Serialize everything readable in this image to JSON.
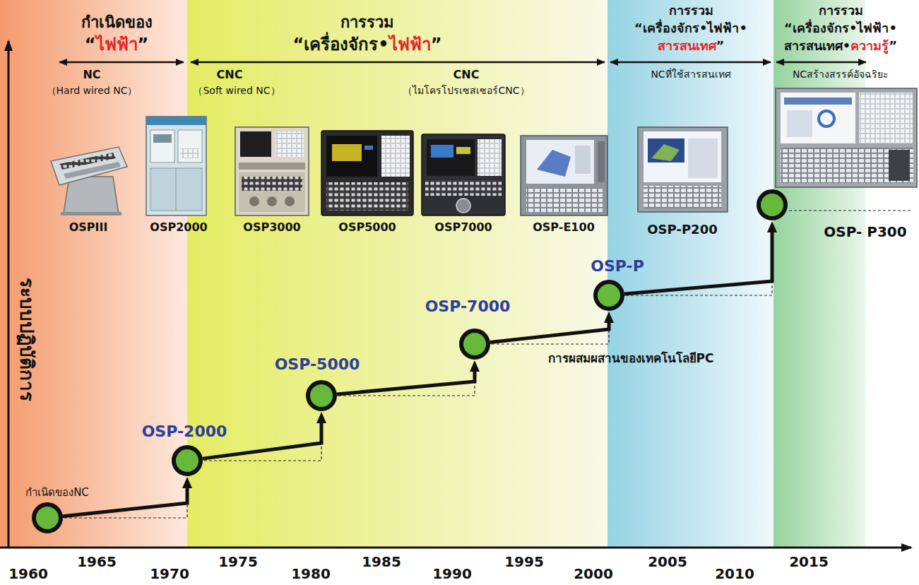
{
  "diagram": {
    "nodes": [
      {
        "text": [
          "กำเนิดของNC"
        ]
      },
      {
        "text": [
          "OSP-2000"
        ]
      },
      {
        "text": [
          "OSP-5000"
        ]
      },
      {
        "text": [
          "OSP-7000"
        ]
      },
      {
        "text": [
          "OSP-P"
        ]
      },
      {
        "text": [
          "OSP- P300"
        ]
      }
    ],
    "edges": [
      {
        "from": 0,
        "to": 1,
        "arrow": "to"
      },
      {
        "from": 1,
        "to": 2,
        "arrow": "to"
      },
      {
        "from": 2,
        "to": 3,
        "arrow": "to"
      },
      {
        "from": 3,
        "to": 4,
        "arrow": "to"
      },
      {
        "from": 4,
        "to": 5,
        "arrow": "to"
      }
    ],
    "labels": [
      "กำเนิดของ",
      "“",
      "ไฟฟ้า",
      "”",
      "การรวม",
      "“เครื่องจักร•",
      "ไฟฟ้า",
      "”",
      "การรวม",
      "“เครื่องจักร•ไฟฟ้า•",
      "สารสนเทศ",
      "”",
      "การรวม",
      "“เครื่องจักร•ไฟฟ้า•",
      "สารสนเทศ•",
      "ความรู้",
      "”",
      "NC",
      "（Hard wired NC）",
      "CNC",
      "（Soft wired NC）",
      "CNC",
      "（ไมโครโปรเซสเซอร์CNC）",
      "NCที่ใช้สารสนเทศ",
      "NCสร้างสรรค์อัจฉริยะ",
      "OSPIII",
      "OSP2000",
      "OSP3000",
      "OSP5000",
      "OSP7000",
      "OSP-E100",
      "OSP-P200",
      "การผสมผสานของเทคโนโลยีPC",
      "ระบบปฏิบัติการ",
      "1960",
      "1965",
      "1970",
      "1975",
      "1980",
      "1985",
      "1990",
      "1995",
      "2000",
      "2005",
      "2010",
      "2015"
    ]
  }
}
